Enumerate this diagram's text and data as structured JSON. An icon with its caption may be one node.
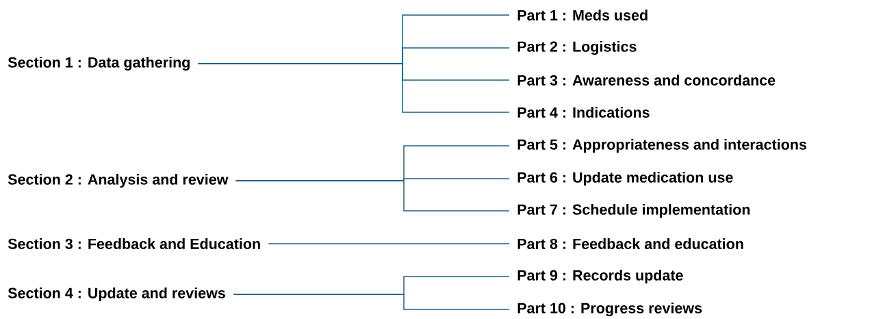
{
  "diagram": {
    "nodes": [
      {
        "text": [
          "Section 1 : Data gathering"
        ]
      },
      {
        "text": [
          "Section 2 : Analysis and review"
        ]
      },
      {
        "text": [
          "Section 3 : Feedback and Education"
        ]
      },
      {
        "text": [
          "Section 4 : Update and reviews"
        ]
      },
      {
        "text": [
          "Part 1 : Meds used"
        ]
      },
      {
        "text": [
          "Part 2 : Logistics"
        ]
      },
      {
        "text": [
          "Part 3 : Awareness and concordance"
        ]
      },
      {
        "text": [
          "Part 4 : Indications"
        ]
      },
      {
        "text": [
          "Part 5 : Appropriateness and interactions"
        ]
      },
      {
        "text": [
          "Part 6 : Update medication use"
        ]
      },
      {
        "text": [
          "Part 7 : Schedule implementation"
        ]
      },
      {
        "text": [
          "Part 8 : Feedback and education"
        ]
      },
      {
        "text": [
          "Part 9 : Records update"
        ]
      },
      {
        "text": [
          "Part 10 : Progress reviews"
        ]
      }
    ],
    "edges": [
      {
        "from": 0,
        "to": 4,
        "arrow": "none"
      },
      {
        "from": 0,
        "to": 5,
        "arrow": "none"
      },
      {
        "from": 0,
        "to": 6,
        "arrow": "none"
      },
      {
        "from": 0,
        "to": 7,
        "arrow": "none"
      },
      {
        "from": 1,
        "to": 8,
        "arrow": "none"
      },
      {
        "from": 1,
        "to": 9,
        "arrow": "none"
      },
      {
        "from": 1,
        "to": 10,
        "arrow": "none"
      },
      {
        "from": 2,
        "to": 11,
        "arrow": "none"
      },
      {
        "from": 3,
        "to": 12,
        "arrow": "none"
      },
      {
        "from": 3,
        "to": 13,
        "arrow": "none"
      }
    ]
  }
}
